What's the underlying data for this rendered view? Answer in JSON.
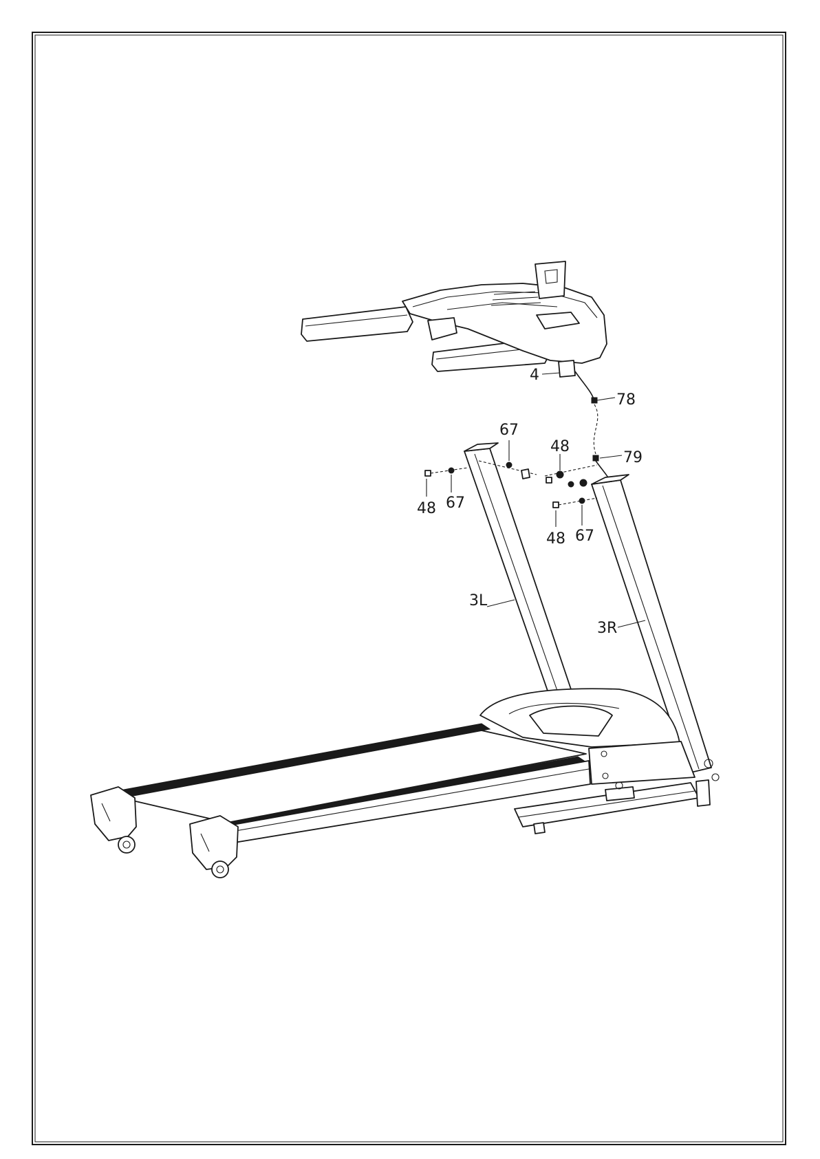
{
  "labels": {
    "console": "4",
    "cable_upper": "78",
    "cable_lower": "79",
    "upright_left": "3L",
    "upright_right": "3R",
    "bolt_left": "48",
    "washer_left": "67",
    "washer_top": "67",
    "bolt_top": "48",
    "bolt_lower": "48",
    "washer_lower": "67"
  }
}
